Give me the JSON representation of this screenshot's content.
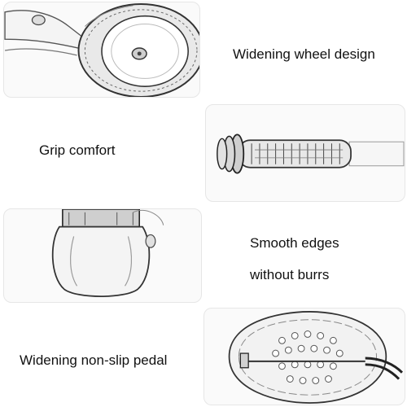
{
  "features": [
    {
      "id": "wheel",
      "caption_lines": [
        "Widening wheel design"
      ],
      "icon": "wheel-icon"
    },
    {
      "id": "grip",
      "caption_lines": [
        "Grip comfort"
      ],
      "icon": "handle-grip-icon"
    },
    {
      "id": "edges",
      "caption_lines": [
        "Smooth edges",
        "without burrs"
      ],
      "icon": "rounded-edge-icon"
    },
    {
      "id": "pedal",
      "caption_lines": [
        "Widening non-slip pedal"
      ],
      "icon": "non-slip-pedal-icon"
    }
  ]
}
